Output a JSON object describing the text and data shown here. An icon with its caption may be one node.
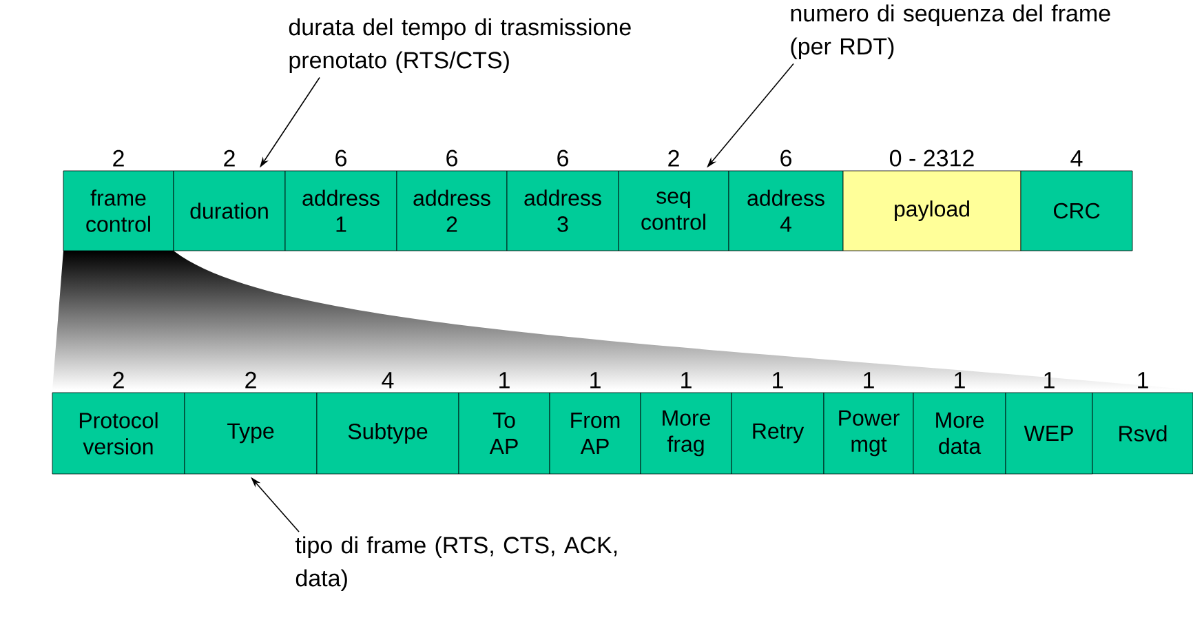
{
  "diagram": {
    "nodes": [
      {
        "text": [
          "frame control"
        ],
        "beside": [
          "2"
        ]
      },
      {
        "text": [
          "duration"
        ],
        "beside": [
          "2"
        ]
      },
      {
        "text": [
          "address 1"
        ],
        "beside": [
          "6"
        ]
      },
      {
        "text": [
          "address 2"
        ],
        "beside": [
          "6"
        ]
      },
      {
        "text": [
          "address 3"
        ],
        "beside": [
          "6"
        ]
      },
      {
        "text": [
          "seq control"
        ],
        "beside": [
          "2"
        ]
      },
      {
        "text": [
          "address 4"
        ],
        "beside": [
          "6"
        ]
      },
      {
        "text": [
          "payload"
        ],
        "beside": [
          "0 - 2312"
        ]
      },
      {
        "text": [
          "CRC"
        ],
        "beside": [
          "4"
        ]
      },
      {
        "text": [
          "Protocol version"
        ],
        "beside": [
          "2"
        ]
      },
      {
        "text": [
          "Type"
        ],
        "beside": [
          "2"
        ]
      },
      {
        "text": [
          "Subtype"
        ],
        "beside": [
          "4"
        ]
      },
      {
        "text": [
          "To AP"
        ],
        "beside": [
          "1"
        ]
      },
      {
        "text": [
          "From AP"
        ],
        "beside": [
          "1"
        ]
      },
      {
        "text": [
          "More frag"
        ],
        "beside": [
          "1"
        ]
      },
      {
        "text": [
          "Retry"
        ],
        "beside": [
          "1"
        ]
      },
      {
        "text": [
          "Power mgt"
        ],
        "beside": [
          "1"
        ]
      },
      {
        "text": [
          "More data"
        ],
        "beside": [
          "1"
        ]
      },
      {
        "text": [
          "WEP"
        ],
        "beside": [
          "1"
        ]
      },
      {
        "text": [
          "Rsvd"
        ],
        "beside": [
          "1"
        ]
      },
      {
        "text": [
          "durata del tempo di trasmissione prenotato (RTS/CTS)"
        ]
      },
      {
        "text": [
          "numero di sequenza del frame (per RDT)"
        ]
      },
      {
        "text": [
          "tipo di frame (RTS, CTS, ACK, data)"
        ]
      }
    ],
    "edges": [
      {
        "from": 20,
        "to": 1,
        "arrow": "to"
      },
      {
        "from": 21,
        "to": 5,
        "arrow": "to"
      },
      {
        "from": 22,
        "to": 10,
        "arrow": "to"
      }
    ]
  }
}
